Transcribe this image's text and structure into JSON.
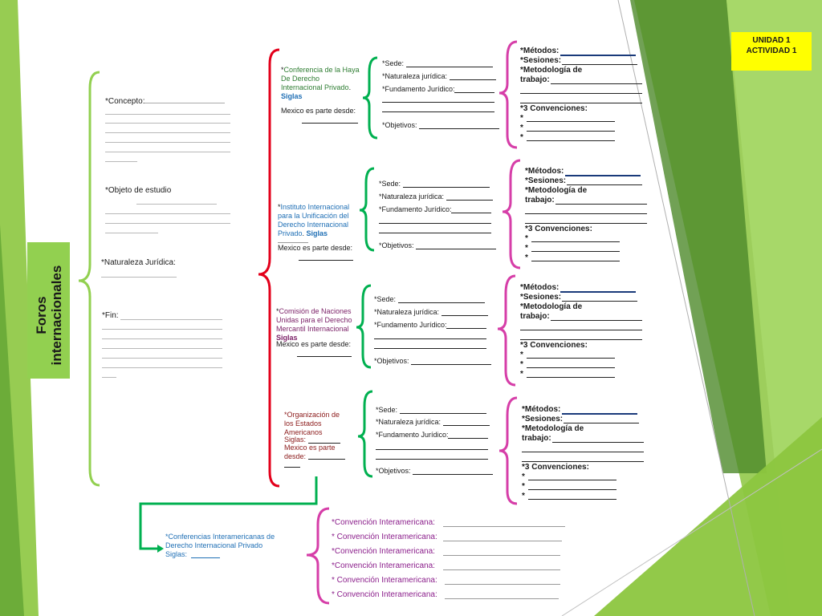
{
  "unit_box": {
    "line1": "UNIDAD 1",
    "line2": "ACTIVIDAD 1"
  },
  "title": "Foros internacionales",
  "left": {
    "concepto": "*Concepto:",
    "objeto": "*Objeto de estudio",
    "naturaleza": "*Naturaleza Jurídica:",
    "fin": "*Fin:"
  },
  "orgs": [
    {
      "name_star": "*",
      "name": "Conferencia de la Haya De Derecho Internacional Privado",
      "siglas": "Siglas",
      "parte": "Mexico es parte desde:",
      "color": "#2e7d32"
    },
    {
      "name_star": "*",
      "name": "Instituto Internacional para la Unificación del Derecho Internacional Privado",
      "siglas": "Siglas",
      "parte": "Mexico es parte desde:",
      "color": "#1f6fb5"
    },
    {
      "name_star": "*",
      "name": "Comisión de Naciones Unidas para el Derecho Mercantil Internacional",
      "siglas": "Siglas",
      "parte": "Mexico es parte desde:",
      "color": "#7a1f66"
    },
    {
      "name_star": "*",
      "name": "Organización de los Estados Americanos",
      "siglas": "Siglas:",
      "parte": "Mexico es parte desde:",
      "color": "#8b1a1a"
    }
  ],
  "details": {
    "sede": "*Sede:",
    "naturaleza": "*Naturaleza jurídica:",
    "fundamento": "*Fundamento Jurídico:",
    "objetivos": "*Objetivos:"
  },
  "methods": {
    "metodos": "*Métodos:",
    "sesiones": "*Sesiones:",
    "metodologia": "*Metodología de",
    "trabajo": "trabajo:",
    "convenciones": "*3 Convenciones:",
    "bullet": "*"
  },
  "cidip": {
    "label": "*Conferencias Interamericanas de Derecho Internacional Privado",
    "siglas": "Siglas:",
    "conventions": [
      "*Convención Interamericana:",
      "* Convención Interamericana:",
      "*Convención Interamericana:",
      "*Convención Interamericana:",
      "* Convención Interamericana:",
      "* Convención Interamericana:"
    ]
  },
  "colors": {
    "green_bracket": "#00b050",
    "lime_bracket": "#92d050",
    "red_bracket": "#e3001b",
    "magenta_bracket": "#d63ea8",
    "yellow": "#ffff00",
    "deco_green": "#8cc63f"
  }
}
